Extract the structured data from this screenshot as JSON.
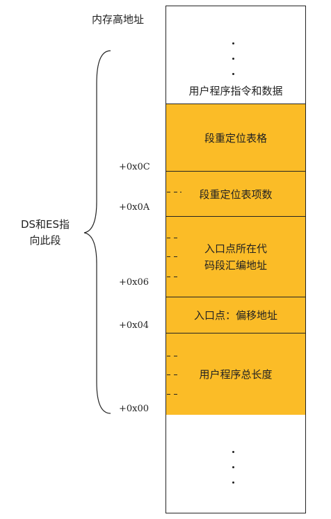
{
  "header": {
    "title": "内存高地址"
  },
  "memory": {
    "top_label": "用户程序指令和数据",
    "top_ellipsis": [
      "·",
      "·",
      "·"
    ],
    "bottom_ellipsis": [
      "·",
      "·",
      "·"
    ],
    "segments": [
      {
        "id": "reloc-table",
        "label": "段重定位表格"
      },
      {
        "id": "reloc-count",
        "label": "段重定位表项数"
      },
      {
        "id": "entry-segment",
        "label": "入口点所在代\n码段汇编地址"
      },
      {
        "id": "entry-offset",
        "label": "入口点：偏移地址"
      },
      {
        "id": "program-length",
        "label": "用户程序总长度"
      }
    ]
  },
  "addresses": [
    "+0x0C",
    "+0x0A",
    "+0x06",
    "+0x04",
    "+0x00"
  ],
  "brace": {
    "label_line1": "DS和ES指",
    "label_line2": "向此段"
  },
  "colors": {
    "segment_fill": "#fbbc27",
    "line": "#222222"
  }
}
